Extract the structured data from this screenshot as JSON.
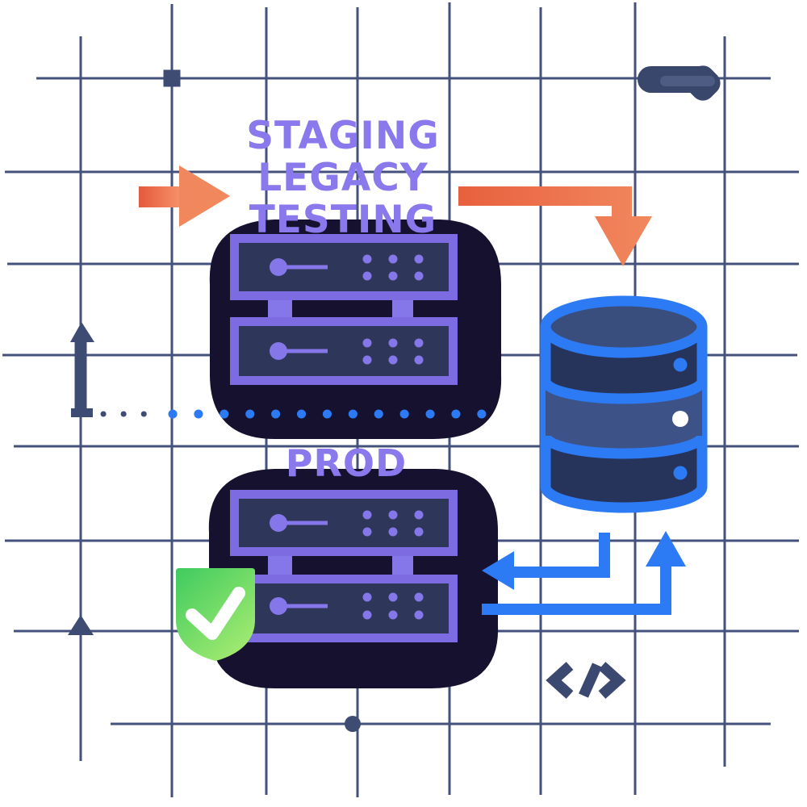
{
  "scene": {
    "description": "Deployment diagram illustration on blueprint grid",
    "labels": {
      "staging_stack": {
        "line1": "STAGING",
        "line2": "LEGACY",
        "line3": "TESTING"
      },
      "prod_stack": {
        "label": "PROD"
      }
    },
    "icons": {
      "chain_link_icon": "link",
      "code_icon": "</>",
      "shield_check_icon": "shield with checkmark",
      "database_icon": "database cylinder",
      "server_rack_icon": "stacked rack servers",
      "arrow_right_icon": "orange arrow right",
      "arrow_elbow_down_icon": "orange elbow arrow down",
      "arrow_left_blue_icon": "blue elbow arrow left",
      "arrow_up_blue_icon": "blue elbow arrow up",
      "measure_arrow_icon": "vertical measurement arrow",
      "dotted_line_icon": "blue dotted divider",
      "grid_square_marker": "square node marker",
      "grid_triangle_marker": "triangle marker",
      "grid_dot_marker": "round node marker"
    },
    "colors": {
      "background": "#ffffff",
      "grid_line": "#45517D",
      "navy_marker": "#3E4B72",
      "chain_navy": "#3A476C",
      "chain_inner": "#4E5C84",
      "code_navy": "#3B4970",
      "blob_dark": "#16112F",
      "server_border_purple": "#7D6BE2",
      "server_panel_navy": "#2E3659",
      "server_accent_purple": "#8577E9",
      "label_purple": "#8A79EC",
      "orange_dark": "#E55A39",
      "orange_light": "#F5916B",
      "blue_accent": "#2C7BF4",
      "db_band_dark": "#26345C",
      "db_band_mid": "#3D5286",
      "db_top_fill": "#3A4E7D",
      "shield_green_dark": "#3FCB5F",
      "shield_green_light": "#A5EB70",
      "check_white": "#FFFFFF"
    }
  }
}
